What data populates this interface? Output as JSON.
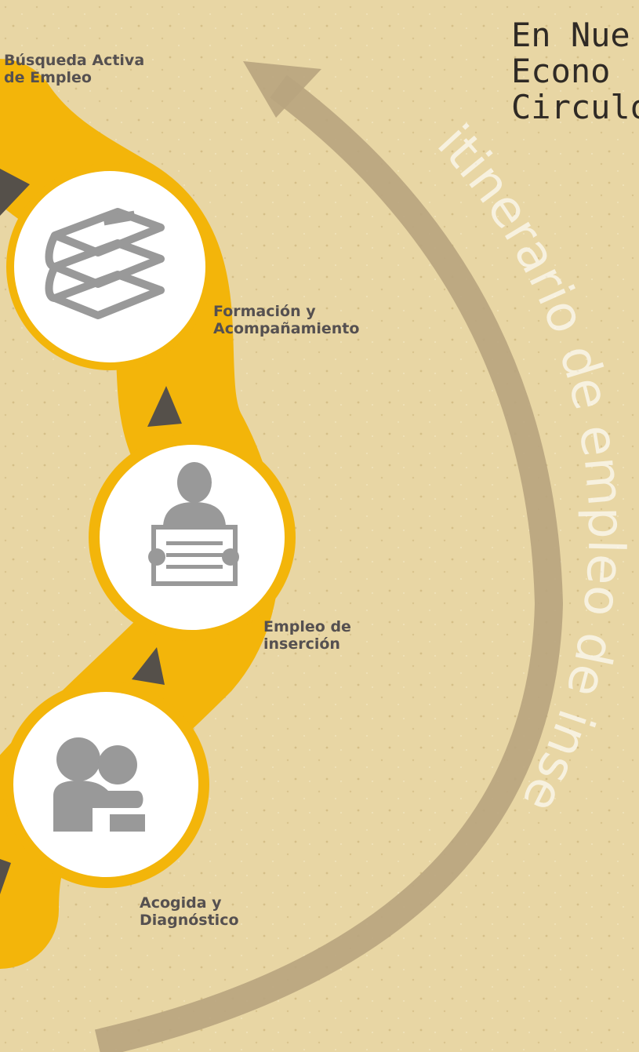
{
  "heading": {
    "line1": "En Nue",
    "line2": "Econo",
    "line3": "Circulo"
  },
  "arc_text": "itinerario de empleo de inserción",
  "steps": [
    {
      "line1": "Búsqueda Activa",
      "line2": "de Empleo",
      "icon": "briefcase-icon"
    },
    {
      "line1": "Formación y",
      "line2": "Acompañamiento",
      "icon": "books-icon"
    },
    {
      "line1": "Empleo de",
      "line2": "inserción",
      "icon": "worker-with-sign-icon"
    },
    {
      "line1": "Acogida y",
      "line2": "Diagnóstico",
      "icon": "two-people-embrace-icon"
    }
  ],
  "colors": {
    "background": "#e8d6a4",
    "path_yellow": "#f3b50a",
    "circle_white": "#ffffff",
    "icon_gray": "#999999",
    "arrow_dark": "#55504a",
    "arc_color": "#b8a47e"
  }
}
